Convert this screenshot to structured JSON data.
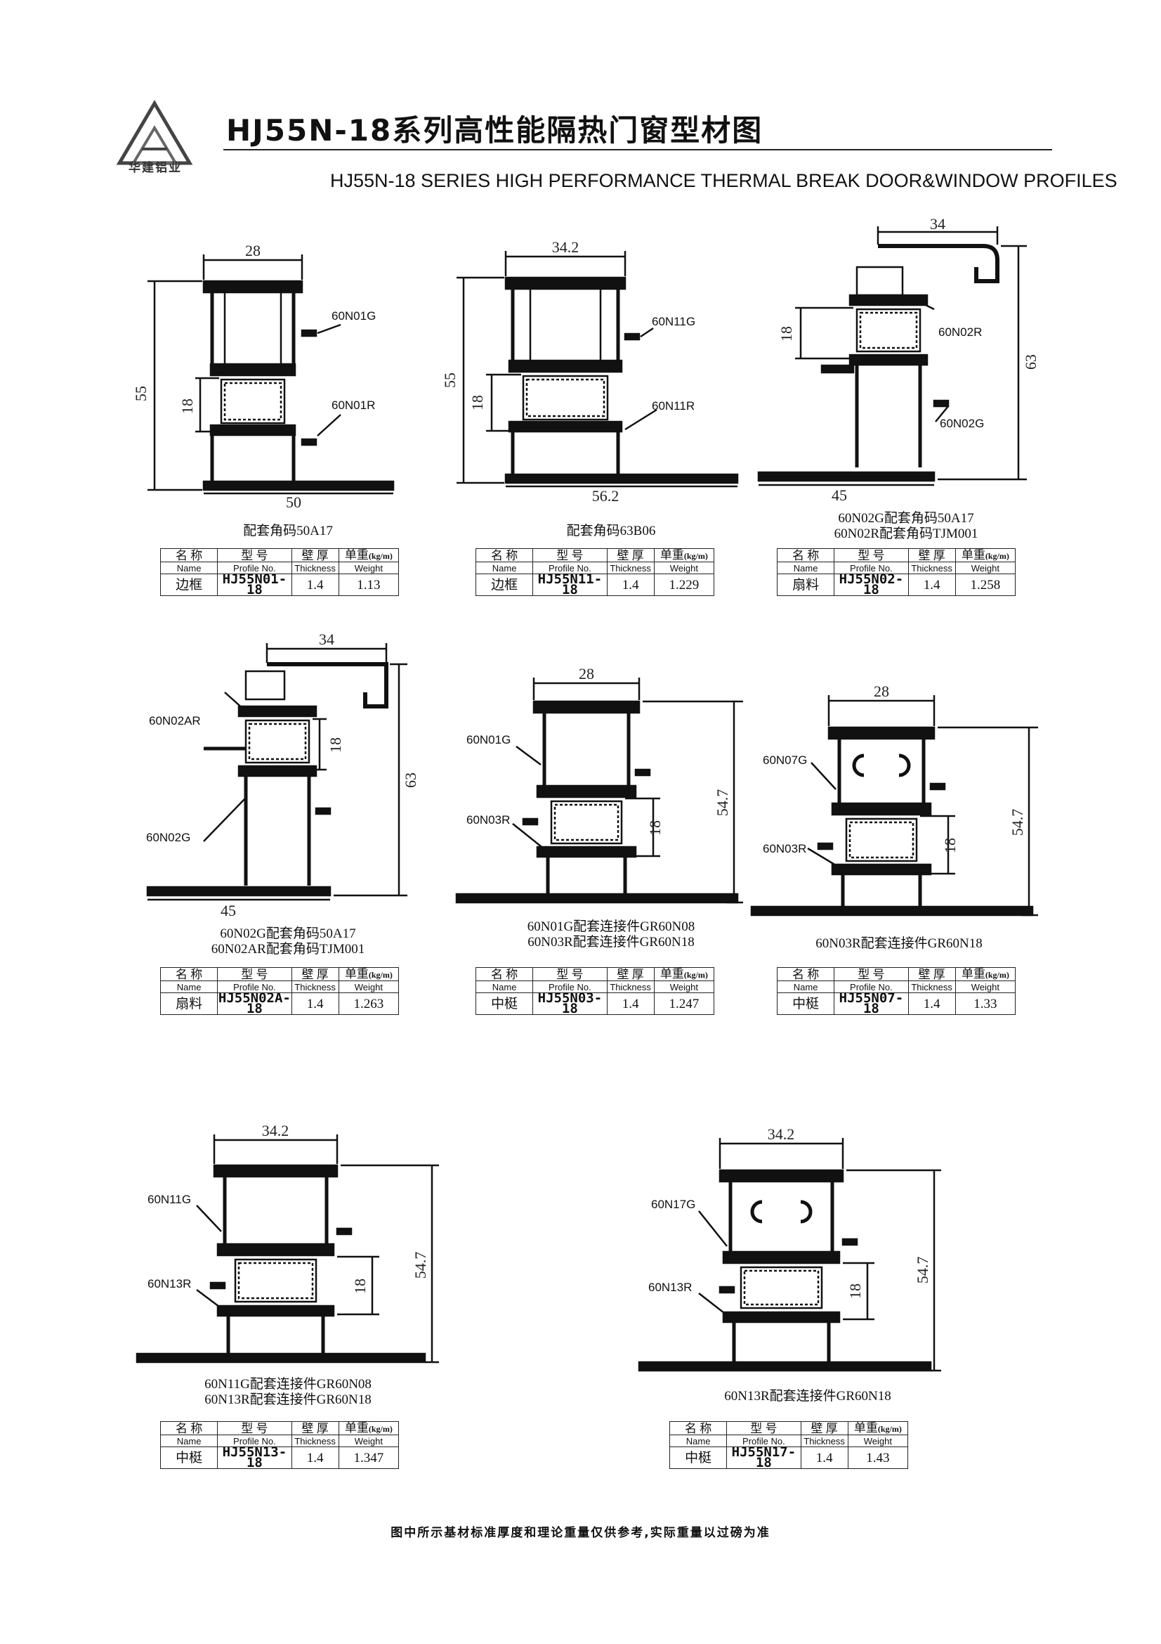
{
  "header": {
    "logo_text": "华建铝业",
    "title_cn": "HJ55N-18系列高性能隔热门窗型材图",
    "title_en": "HJ55N-18 SERIES HIGH PERFORMANCE THERMAL BREAK DOOR&WINDOW PROFILES"
  },
  "table_headers": {
    "name_cn": "名 称",
    "name_en": "Name",
    "profile_cn": "型 号",
    "profile_en": "Profile No.",
    "thickness_cn": "壁 厚",
    "thickness_en": "Thickness",
    "weight_cn": "单重",
    "weight_unit": "(kg/m)",
    "weight_en": "Weight"
  },
  "profiles": [
    {
      "dims": {
        "top": "28",
        "bottom": "50",
        "height": "55",
        "insert": "18"
      },
      "labels": [
        "60N01G",
        "60N01R"
      ],
      "caption": [
        "配套角码50A17"
      ],
      "spec": {
        "name": "边框",
        "profile_no": "HJ55N01-18",
        "thickness": "1.4",
        "weight": "1.13"
      }
    },
    {
      "dims": {
        "top": "34.2",
        "bottom": "56.2",
        "height": "55",
        "insert": "18"
      },
      "labels": [
        "60N11G",
        "60N11R"
      ],
      "caption": [
        "配套角码63B06"
      ],
      "spec": {
        "name": "边框",
        "profile_no": "HJ55N11-18",
        "thickness": "1.4",
        "weight": "1.229"
      }
    },
    {
      "dims": {
        "top": "34",
        "bottom": "45",
        "height": "63",
        "insert": "18"
      },
      "labels": [
        "60N02R",
        "60N02G"
      ],
      "caption": [
        "60N02G配套角码50A17",
        "60N02R配套角码TJM001"
      ],
      "spec": {
        "name": "扇料",
        "profile_no": "HJ55N02-18",
        "thickness": "1.4",
        "weight": "1.258"
      }
    },
    {
      "dims": {
        "top": "34",
        "bottom": "45",
        "height": "63",
        "insert": "18"
      },
      "labels": [
        "60N02AR",
        "60N02G"
      ],
      "caption": [
        "60N02G配套角码50A17",
        "60N02AR配套角码TJM001"
      ],
      "spec": {
        "name": "扇料",
        "profile_no": "HJ55N02A-18",
        "thickness": "1.4",
        "weight": "1.263"
      }
    },
    {
      "dims": {
        "top": "28",
        "height": "54.7",
        "insert": "18"
      },
      "labels": [
        "60N01G",
        "60N03R"
      ],
      "caption": [
        "60N01G配套连接件GR60N08",
        "60N03R配套连接件GR60N18"
      ],
      "spec": {
        "name": "中梃",
        "profile_no": "HJ55N03-18",
        "thickness": "1.4",
        "weight": "1.247"
      }
    },
    {
      "dims": {
        "top": "28",
        "height": "54.7",
        "insert": "18"
      },
      "labels": [
        "60N07G",
        "60N03R"
      ],
      "caption": [
        "60N03R配套连接件GR60N18"
      ],
      "spec": {
        "name": "中梃",
        "profile_no": "HJ55N07-18",
        "thickness": "1.4",
        "weight": "1.33"
      }
    },
    {
      "dims": {
        "top": "34.2",
        "height": "54.7",
        "insert": "18"
      },
      "labels": [
        "60N11G",
        "60N13R"
      ],
      "caption": [
        "60N11G配套连接件GR60N08",
        "60N13R配套连接件GR60N18"
      ],
      "spec": {
        "name": "中梃",
        "profile_no": "HJ55N13-18",
        "thickness": "1.4",
        "weight": "1.347"
      }
    },
    {
      "dims": {
        "top": "34.2",
        "height": "54.7",
        "insert": "18"
      },
      "labels": [
        "60N17G",
        "60N13R"
      ],
      "caption": [
        "60N13R配套连接件GR60N18"
      ],
      "spec": {
        "name": "中梃",
        "profile_no": "HJ55N17-18",
        "thickness": "1.4",
        "weight": "1.43"
      }
    }
  ],
  "footer": "图中所示基材标准厚度和理论重量仅供参考,实际重量以过磅为准"
}
